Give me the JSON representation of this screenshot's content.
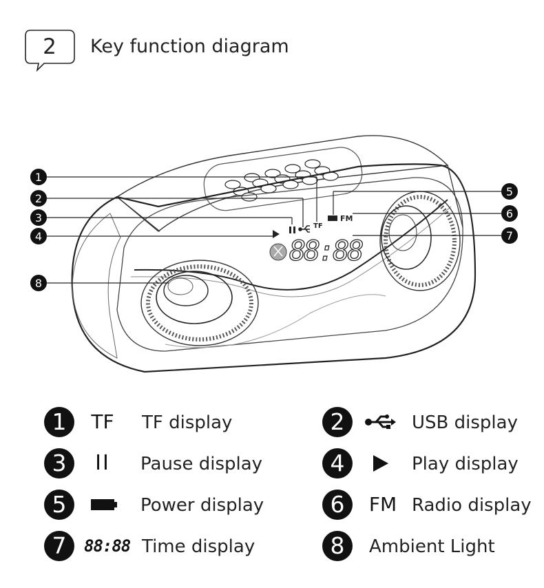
{
  "header": {
    "step_number": "2",
    "title": "Key function diagram"
  },
  "callouts": [
    "1",
    "2",
    "3",
    "4",
    "5",
    "6",
    "7",
    "8"
  ],
  "device_display": {
    "icons": [
      "pause-icon",
      "usb-icon",
      "battery-icon",
      "play-icon",
      "bluetooth-icon"
    ],
    "tf_text": "TF",
    "fm_text": "FM",
    "time_text": "88:88"
  },
  "legend": [
    {
      "number": "1",
      "symbol": "TF",
      "symbol_icon": "text",
      "label": "TF display"
    },
    {
      "number": "2",
      "symbol": "",
      "symbol_icon": "usb-icon",
      "label": "USB display"
    },
    {
      "number": "3",
      "symbol": "II",
      "symbol_icon": "pause-icon",
      "label": "Pause display"
    },
    {
      "number": "4",
      "symbol": "",
      "symbol_icon": "play-icon",
      "label": "Play display"
    },
    {
      "number": "5",
      "symbol": "",
      "symbol_icon": "battery-icon",
      "label": "Power display"
    },
    {
      "number": "6",
      "symbol": "FM",
      "symbol_icon": "text",
      "label": "Radio display"
    },
    {
      "number": "7",
      "symbol": "88:88",
      "symbol_icon": "text",
      "label": "Time display"
    },
    {
      "number": "8",
      "symbol": "",
      "symbol_icon": "none",
      "label": "Ambient Light"
    }
  ]
}
